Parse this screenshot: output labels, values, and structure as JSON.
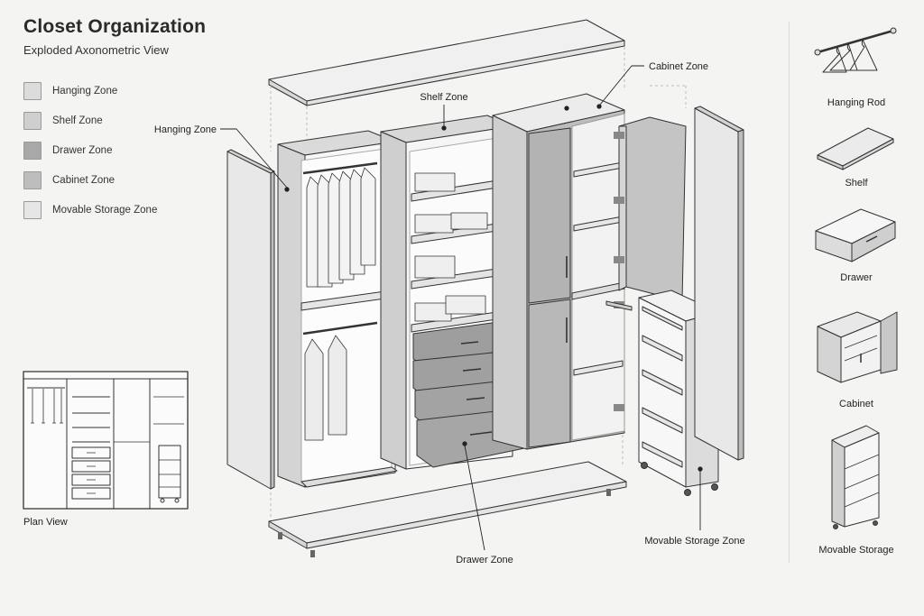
{
  "title": "Closet Organization",
  "subtitle": "Exploded Axonometric View",
  "legend": [
    {
      "label": "Hanging Zone",
      "color": "#dcdcdc"
    },
    {
      "label": "Shelf Zone",
      "color": "#cfcfcf"
    },
    {
      "label": "Drawer Zone",
      "color": "#a8a8a8"
    },
    {
      "label": "Cabinet Zone",
      "color": "#bdbdbd"
    },
    {
      "label": "Movable Storage Zone",
      "color": "#e6e6e6"
    }
  ],
  "plan": {
    "label": "Plan View"
  },
  "callouts": {
    "hanging": "Hanging Zone",
    "shelf": "Shelf Zone",
    "cabinet": "Cabinet Zone",
    "drawer": "Drawer Zone",
    "movable": "Movable Storage Zone"
  },
  "components": [
    {
      "label": "Hanging Rod",
      "icon": "hanging-rod-icon"
    },
    {
      "label": "Shelf",
      "icon": "shelf-icon"
    },
    {
      "label": "Drawer",
      "icon": "drawer-icon"
    },
    {
      "label": "Cabinet",
      "icon": "cabinet-icon"
    },
    {
      "label": "Movable Storage",
      "icon": "movable-storage-icon"
    }
  ]
}
